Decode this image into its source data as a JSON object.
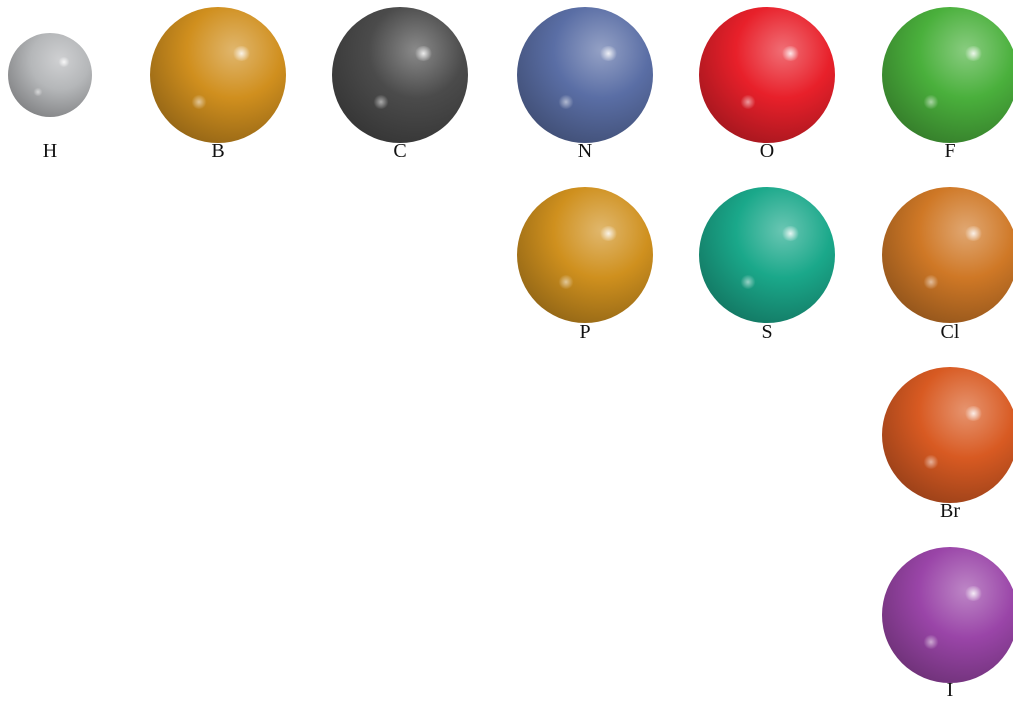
{
  "atoms": [
    {
      "symbol": "H",
      "color": "#b5b7b9"
    },
    {
      "symbol": "B",
      "color": "#d08f1e"
    },
    {
      "symbol": "C",
      "color": "#4b4b4b"
    },
    {
      "symbol": "N",
      "color": "#5a6ea5"
    },
    {
      "symbol": "O",
      "color": "#e8202a"
    },
    {
      "symbol": "F",
      "color": "#4ab03c"
    },
    {
      "symbol": "P",
      "color": "#cf901e"
    },
    {
      "symbol": "S",
      "color": "#1aa88a"
    },
    {
      "symbol": "Cl",
      "color": "#cf7826"
    },
    {
      "symbol": "Br",
      "color": "#d85a22"
    },
    {
      "symbol": "I",
      "color": "#9a45a8"
    }
  ]
}
